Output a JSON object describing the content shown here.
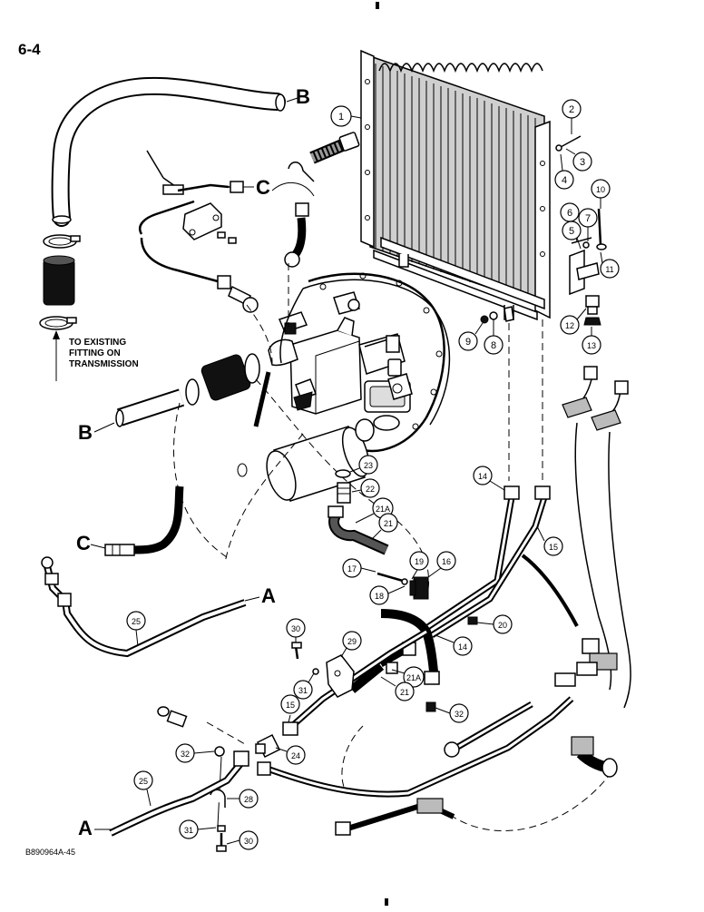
{
  "page_number": "6-4",
  "figure_code": "B890964A-45",
  "note": [
    "TO EXISTING",
    "FITTING ON",
    "TRANSMISSION"
  ],
  "connection_letters": {
    "b_top": "B",
    "c_top": "C",
    "b_left": "B",
    "c_left": "C",
    "a_upper": "A",
    "a_lower": "A"
  },
  "callouts": {
    "c1": "1",
    "c2": "2",
    "c3": "3",
    "c4": "4",
    "c5": "5",
    "c6": "6",
    "c7": "7",
    "c8": "8",
    "c9": "9",
    "c10": "10",
    "c11": "11",
    "c12": "12",
    "c13": "13",
    "c14a": "14",
    "c15a": "15",
    "c16": "16",
    "c17": "17",
    "c18": "18",
    "c19": "19",
    "c20": "20",
    "c21a": "21A",
    "c21b": "21",
    "c22": "22",
    "c23": "23",
    "c25a": "25",
    "c30a": "30",
    "c29": "29",
    "c31a": "31",
    "c21c": "21A",
    "c21d": "21",
    "c14b": "14",
    "c15b": "15",
    "c32a": "32",
    "c24": "24",
    "c32b": "32",
    "c28": "28",
    "c25b": "25",
    "c31b": "31",
    "c30b": "30"
  }
}
